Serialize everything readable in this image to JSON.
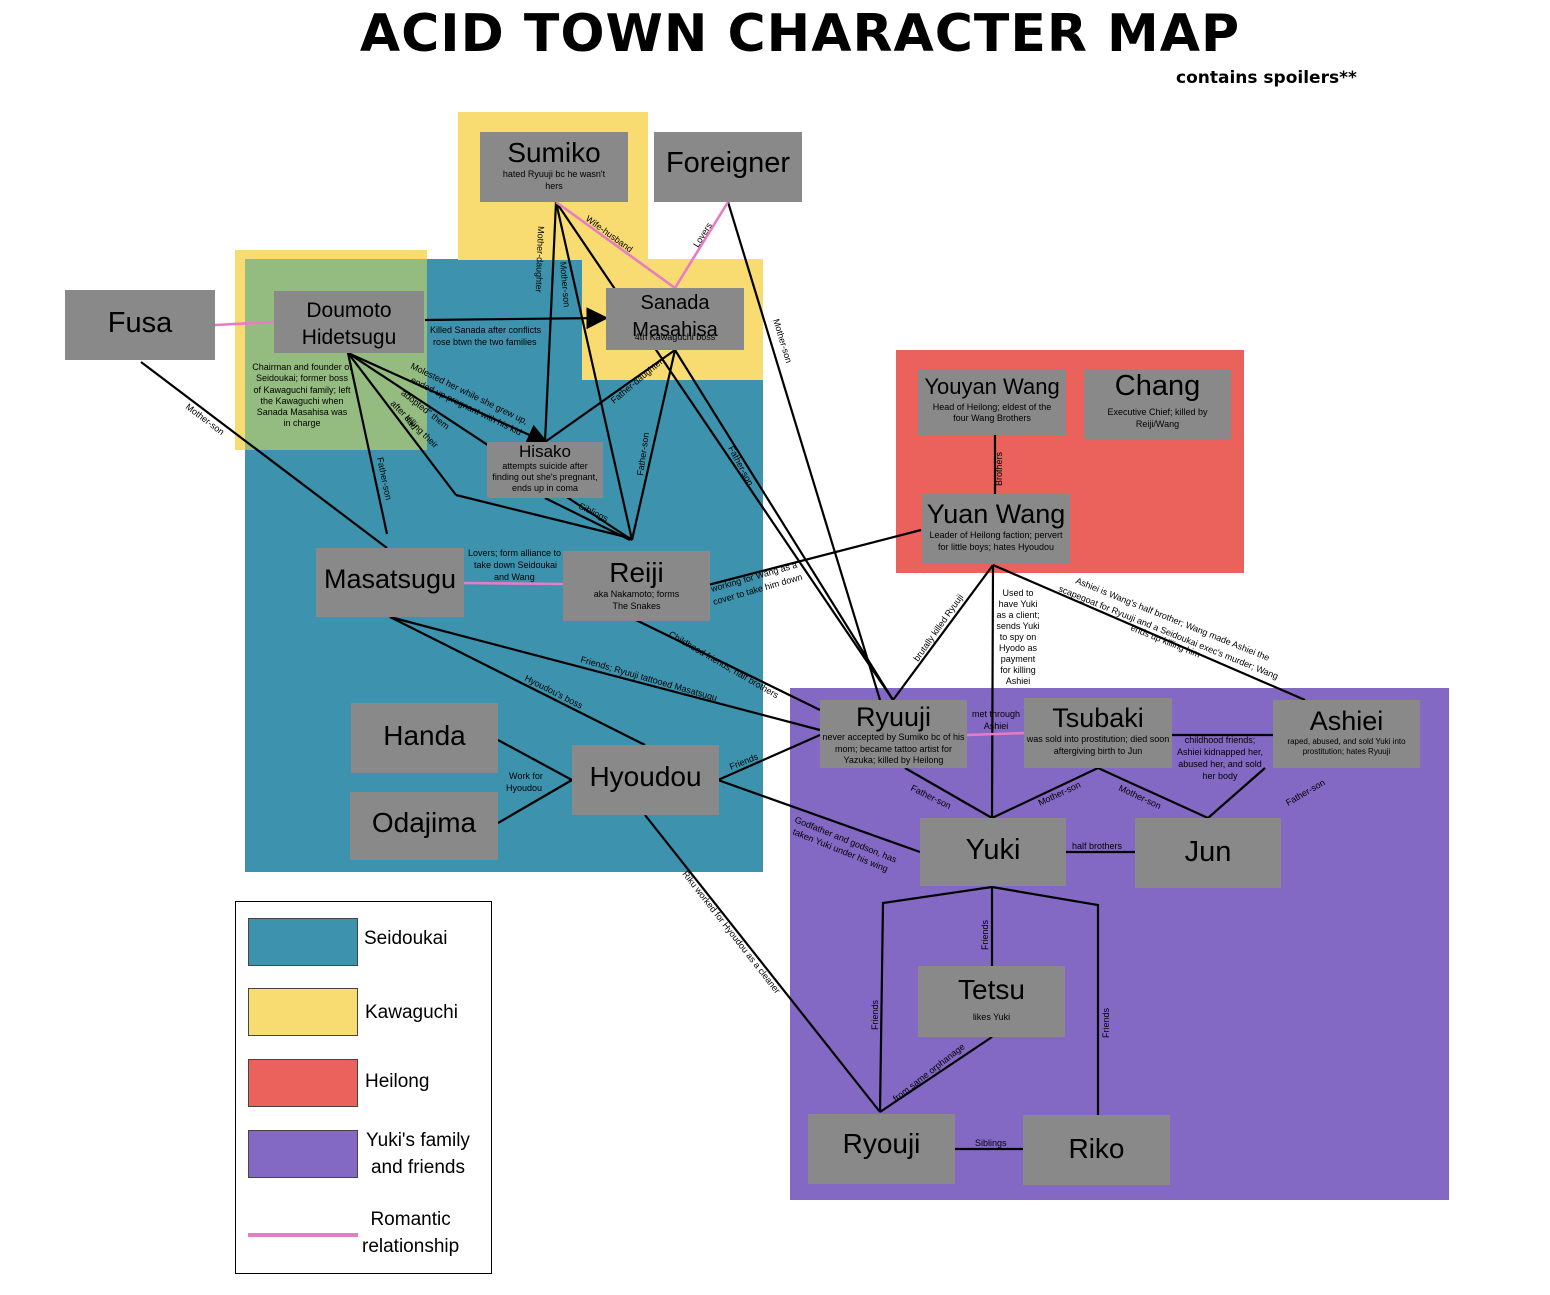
{
  "title": "ACID TOWN CHARACTER MAP",
  "subtitle": "contains spoilers**",
  "colors": {
    "seidoukai": "#3d92ad",
    "kawaguchi": "#f8dc72",
    "heilong": "#eb625d",
    "yuki_family": "#8469c4",
    "overlap": "#95bc80",
    "romantic": "#e87cc3",
    "node": "#898989"
  },
  "nodes": {
    "sumiko": {
      "name": "Sumiko",
      "desc": "hated Ryuuji bc he wasn't hers"
    },
    "foreigner": {
      "name": "Foreigner"
    },
    "fusa": {
      "name": "Fusa"
    },
    "doumoto": {
      "name": "Doumoto\nHidetsugu"
    },
    "doumoto_note": "Chairman and founder of Seidoukai; former boss of Kawaguchi family; left the Kawaguchi when Sanada Masahisa was in charge",
    "sanada": {
      "name": "Sanada\nMasahisa",
      "desc": "4th Kawaguchi boss"
    },
    "hisako": {
      "name": "Hisako",
      "desc": "attempts suicide after finding out she's pregnant, ends up in coma"
    },
    "youyan": {
      "name": "Youyan Wang",
      "desc": "Head of Heilong; eldest of the four Wang Brothers"
    },
    "chang": {
      "name": "Chang",
      "desc": "Executive Chief; killed by Reiji/Wang"
    },
    "yuan": {
      "name": "Yuan Wang",
      "desc": "Leader of Heilong faction; pervert for little boys; hates Hyoudou"
    },
    "masatsugu": {
      "name": "Masatsugu"
    },
    "reiji": {
      "name": "Reiji",
      "desc": "aka Nakamoto; forms The Snakes"
    },
    "handa": {
      "name": "Handa"
    },
    "odajima": {
      "name": "Odajima"
    },
    "hyoudou": {
      "name": "Hyoudou"
    },
    "ryuuji": {
      "name": "Ryuuji",
      "desc": "never accepted by Sumiko bc of his mom; became tattoo artist for Yazuka; killed by Heilong"
    },
    "tsubaki": {
      "name": "Tsubaki",
      "desc": "was sold into prostitution; died soon aftergiving birth to Jun"
    },
    "ashiei": {
      "name": "Ashiei",
      "desc": "raped, abused, and sold Yuki into prostitution; hates Ryuuji"
    },
    "yuki": {
      "name": "Yuki"
    },
    "jun": {
      "name": "Jun"
    },
    "tetsu": {
      "name": "Tetsu",
      "desc": "likes Yuki"
    },
    "ryouji": {
      "name": "Ryouji"
    },
    "riko": {
      "name": "Riko"
    }
  },
  "edge_labels": {
    "mother_daughter": "Mother-daughter",
    "mother_son_sumiko": "Mother-son",
    "wife_husband": "Wife-husband",
    "lovers": "Lovers",
    "mother_son_foreigner": "Mother-son",
    "killed_sanada": "Killed Sanada after conflicts rose btwn the two families",
    "molested": "Molested her while she grew up, ended up pregnant with his kid",
    "adopted": "\"adopted\" them after killing their dad",
    "father_daughter": "Father-daughter",
    "father_son_sanada": "Father-son",
    "father_son_sanada_ryuuji": "Father-son",
    "mother_son_fusa": "Mother-son",
    "father_son_doumoto": "Father-son",
    "siblings_hisako": "Siblings",
    "brothers": "Brothers",
    "lovers_alliance": "Lovers; form alliance to take down Seidoukai and Wang",
    "working_for_wang": "working for Wang as a cover to take him down",
    "childhood_friends": "Childhood friends; half brothers",
    "friends_tattooed": "Friends; Ryuuji tattooed Masatsugu",
    "hyoudous_boss": "Hyoudou's boss",
    "work_for_hyoudou": "Work for Hyoudou",
    "friends_hyoudou": "Friends",
    "brutally_killed": "brutally killed Ryuuji",
    "used_to_have": "Used to have Yuki as a client; sends Yuki to spy on Hyodo as payment for killing Ashiei",
    "ashiei_half_brother": "Ashiei is Wang's half brother; Wang made Ashiei the scapegoat for Ryuuji and a Seidoukai exec's murder; Wang ends up killing him",
    "met_through": "met through Ashiei",
    "childhood_friends_ashiei": "childhood friends; Ashiei kidnapped her, abused her, and sold her body",
    "father_son_ryuuji": "Father-son",
    "mother_son_tsubaki_yuki": "Mother-son",
    "mother_son_tsubaki_jun": "Mother-son",
    "father_son_ashiei": "Father-son",
    "half_brothers": "half brothers",
    "godfather": "Godfather and godson, has taken Yuki under his wing",
    "riku_worked": "Riku worked for Hyoudou as a cleaner",
    "friends_tetsu": "Friends",
    "friends_ryouji": "Friends",
    "friends_riko": "Friends",
    "from_orphanage": "from same orphanage",
    "siblings_ryouji": "Siblings"
  },
  "legend": [
    {
      "label": "Seidoukai",
      "color": "#3d92ad"
    },
    {
      "label": "Kawaguchi",
      "color": "#f8dc72"
    },
    {
      "label": "Heilong",
      "color": "#eb625d"
    },
    {
      "label": "Yuki's family\nand friends",
      "color": "#8469c4"
    },
    {
      "label": "Romantic\nrelationship",
      "color": "#e87cc3"
    }
  ]
}
